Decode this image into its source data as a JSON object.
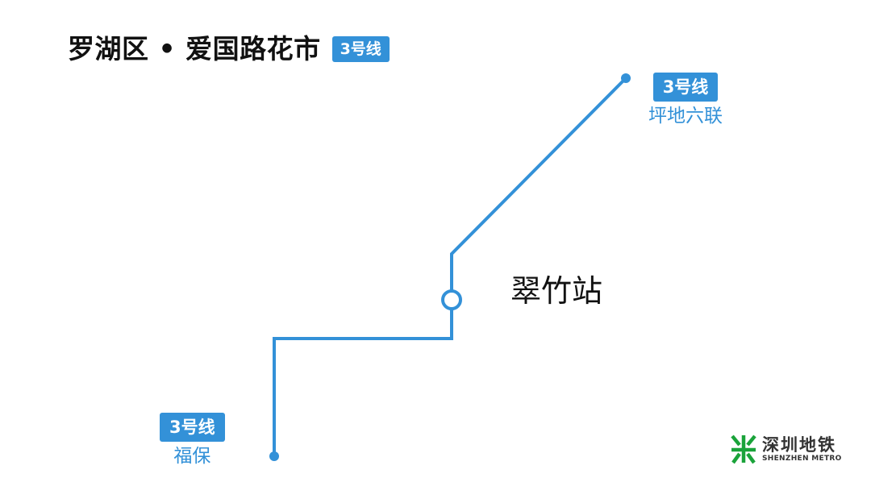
{
  "header": {
    "title": "罗湖区 • 爱国路花市",
    "line_badge": "3号线"
  },
  "station": {
    "name": "翠竹站"
  },
  "terminals": {
    "northeast": {
      "line_badge": "3号线",
      "name": "坪地六联"
    },
    "southwest": {
      "line_badge": "3号线",
      "name": "福保"
    }
  },
  "colors": {
    "line": "#3391d8",
    "badge_background": "#3391d8",
    "badge_text": "#ffffff",
    "title_text": "#111111",
    "logo_green": "#1aa33a"
  },
  "logo": {
    "cn": "深圳地铁",
    "en": "SHENZHEN METRO",
    "icon": "shenzhen-metro-logo-icon"
  }
}
